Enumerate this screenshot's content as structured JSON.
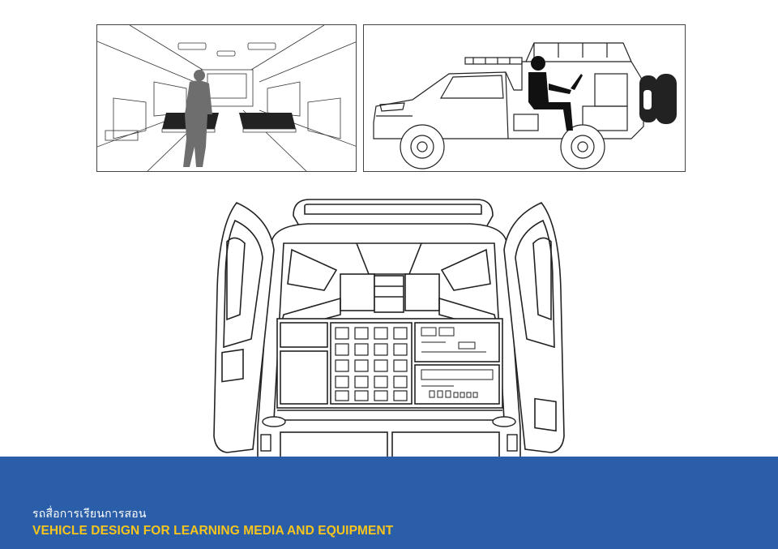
{
  "caption": {
    "thai": "รถสื่อการเรียนการสอน",
    "english": "VEHICLE DESIGN FOR LEARNING MEDIA AND EQUIPMENT"
  },
  "colors": {
    "band": "#2b5ea9",
    "title": "#f7c51d",
    "subtitle": "#ffffff",
    "line": "#222222",
    "silhouette": "#6e6e6e"
  },
  "illustrations": [
    {
      "name": "interior-view",
      "icon": "van-interior-perspective"
    },
    {
      "name": "side-view",
      "icon": "pickup-truck-with-operator"
    },
    {
      "name": "rear-view",
      "icon": "van-rear-open-doors-equipment-rack"
    }
  ]
}
